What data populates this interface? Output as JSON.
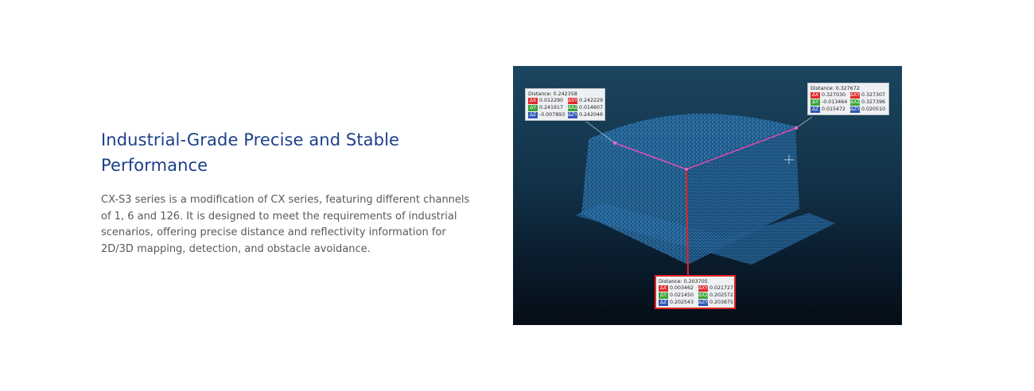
{
  "section": {
    "title": "Industrial-Grade Precise and Stable Performance",
    "description": "CX-S3 series is a modification of CX series, featuring different channels of 1, 6 and 126. It is designed to meet the requirements of industrial scenarios, offering precise distance and reflectivity information for 2D/3D mapping, detection, and obstacle avoidance."
  },
  "figure": {
    "colors": {
      "cloud": "#2f7fc4",
      "line_magenta": "#d94fb5",
      "line_red": "#e02424",
      "background_top": "#1b4560",
      "background_bottom": "#050d16"
    },
    "panels": [
      {
        "id": "left",
        "distance_label": "Distance: 0.242358",
        "rows": [
          {
            "a_label": "ΔX",
            "a_value": "0.012290",
            "b_label": "ΔXY",
            "b_value": "0.242229"
          },
          {
            "a_label": "ΔY",
            "a_value": "0.241917",
            "b_label": "ΔXZ",
            "b_value": "0.014607"
          },
          {
            "a_label": "ΔZ",
            "a_value": "-0.007893",
            "b_label": "ΔZY",
            "b_value": "0.242046"
          }
        ]
      },
      {
        "id": "right",
        "distance_label": "Distance: 0.327672",
        "rows": [
          {
            "a_label": "ΔX",
            "a_value": "0.327030",
            "b_label": "ΔXY",
            "b_value": "0.327307"
          },
          {
            "a_label": "ΔY",
            "a_value": "-0.013464",
            "b_label": "ΔXZ",
            "b_value": "0.327396"
          },
          {
            "a_label": "ΔZ",
            "a_value": "0.015472",
            "b_label": "ΔZY",
            "b_value": "0.020510"
          }
        ]
      },
      {
        "id": "bottom",
        "distance_label": "Distance: 0.203705",
        "rows": [
          {
            "a_label": "ΔX",
            "a_value": "0.003462",
            "b_label": "ΔXY",
            "b_value": "0.021727"
          },
          {
            "a_label": "ΔY",
            "a_value": "0.021450",
            "b_label": "ΔXZ",
            "b_value": "0.202572"
          },
          {
            "a_label": "ΔZ",
            "a_value": "0.202543",
            "b_label": "ΔZY",
            "b_value": "0.203675"
          }
        ]
      }
    ]
  }
}
